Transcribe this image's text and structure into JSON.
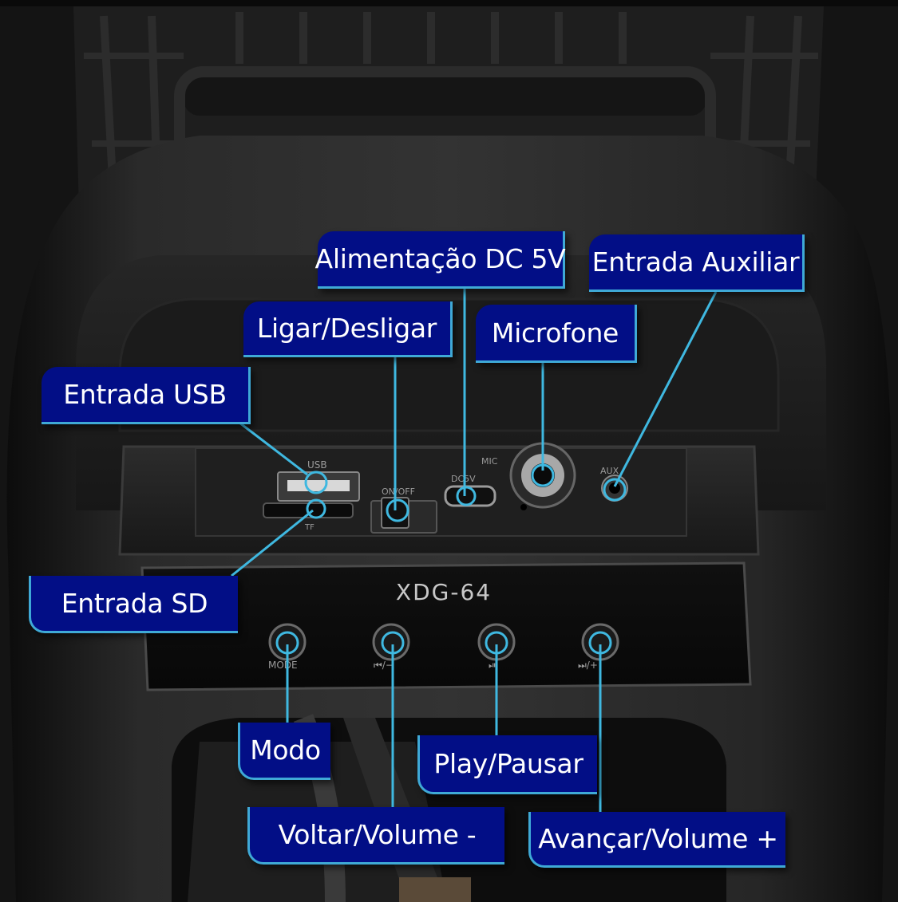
{
  "photo": {
    "model_label": "XDG-64",
    "panel_labels": {
      "usb": "USB",
      "switch": "ON/OFF",
      "dc": "DC5V",
      "mic": "MIC",
      "aux": "AUX",
      "tf": "TF",
      "mode": "MODE",
      "prev": "⏮/−",
      "play": "⏯",
      "next": "⏭/+"
    }
  },
  "callouts": {
    "power_dc": "Alimentação DC 5V",
    "aux_input": "Entrada Auxiliar",
    "on_off": "Ligar/Desligar",
    "microphone": "Microfone",
    "usb_input": "Entrada USB",
    "sd_input": "Entrada SD",
    "mode": "Modo",
    "play_pause": "Play/Pausar",
    "prev_volume_down": "Voltar/Volume -",
    "next_volume_up": "Avançar/Volume +"
  },
  "colors": {
    "callout_fill": "#020e86",
    "callout_text": "#ffffff",
    "leader_line": "#3fb8e0",
    "speaker_body": "#1c1c1c"
  }
}
